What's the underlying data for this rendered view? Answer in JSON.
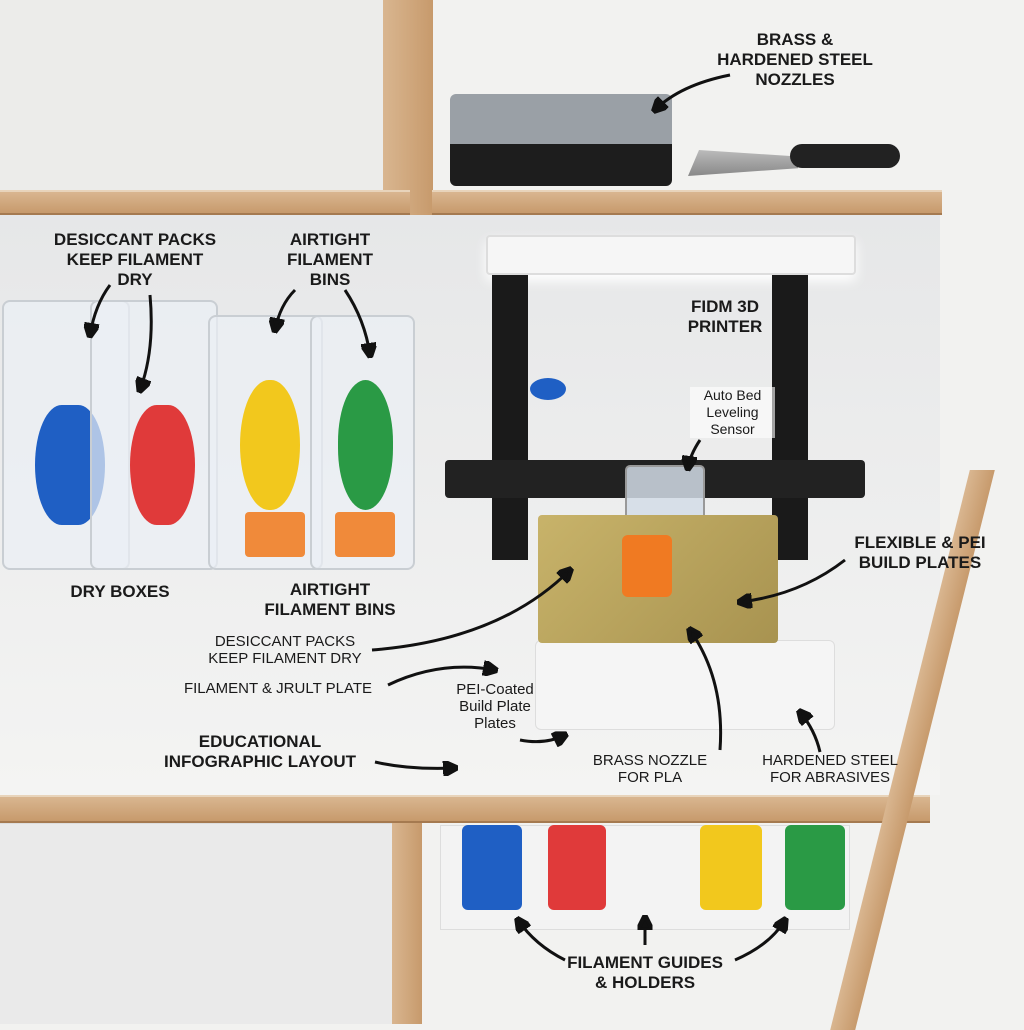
{
  "labels": {
    "nozzles": [
      "BRASS &",
      "HARDENED STEEL",
      "NOZZLES"
    ],
    "desiccant_top": [
      "DESICCANT PACKS",
      "KEEP FILAMENT",
      "DRY"
    ],
    "airtight_top": [
      "AIRTIGHT",
      "FILAMENT",
      "BINS"
    ],
    "printer": [
      "FIDM 3D",
      "PRINTER"
    ],
    "sensor": [
      "Auto Bed",
      "Leveling",
      "Sensor"
    ],
    "build_plates": [
      "FLEXIBLE & PEI",
      "BUILD PLATES"
    ],
    "dry_boxes": "DRY BOXES",
    "airtight_bottom": [
      "AIRTIGHT",
      "FILAMENT BINS"
    ],
    "desiccant_bottom": [
      "DESICCANT PACKS",
      "KEEP FILAMENT DRY"
    ],
    "filament_plate": "FILAMENT & JRULT PLATE",
    "pei": [
      "PEI-Coated",
      "Build Plate",
      "Plates"
    ],
    "educational": [
      "EDUCATIONAL",
      "INFOGRAPHIC LAYOUT"
    ],
    "brass_pla": [
      "BRASS NOZZLE",
      "FOR PLA"
    ],
    "hardened": [
      "HARDENED STEEL",
      "FOR ABRASIVES"
    ],
    "guides": [
      "FILAMENT GUIDES",
      "& HOLDERS"
    ]
  },
  "colors": {
    "blue": "#1f5fc4",
    "red": "#e03a3a",
    "yellow": "#f2c81d",
    "green": "#2a9a45",
    "orange": "#f07a22",
    "wood": "#c99c6e",
    "build_plate": "#b9a45e"
  }
}
